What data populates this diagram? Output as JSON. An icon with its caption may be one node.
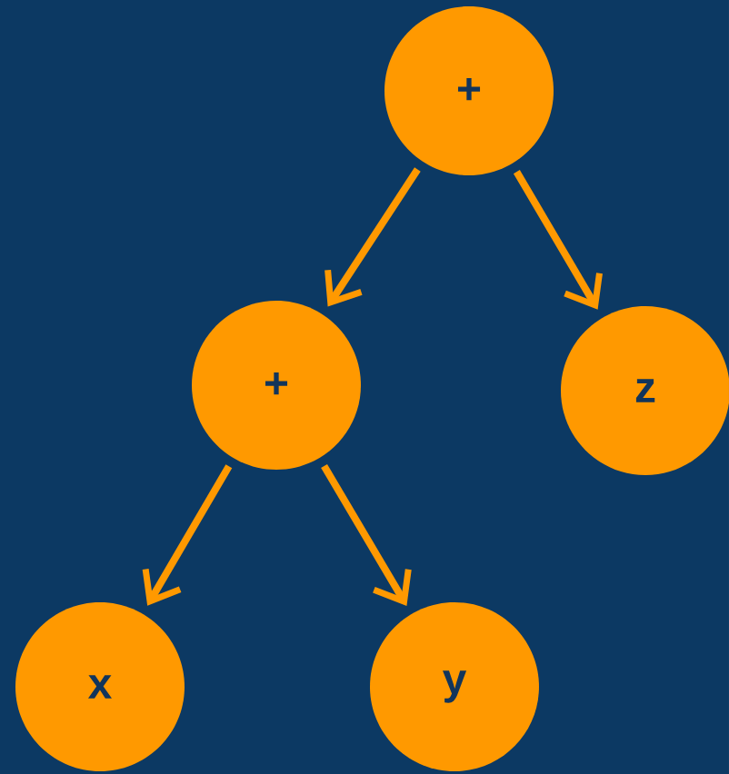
{
  "diagram": {
    "nodes": [
      {
        "text": [
          "+"
        ]
      },
      {
        "text": [
          "+"
        ]
      },
      {
        "text": [
          "z"
        ]
      },
      {
        "text": [
          "x"
        ]
      },
      {
        "text": [
          "y"
        ]
      }
    ],
    "edges": [
      {
        "from": 0,
        "to": 1,
        "arrow": "to"
      },
      {
        "from": 0,
        "to": 2,
        "arrow": "to"
      },
      {
        "from": 1,
        "to": 3,
        "arrow": "to"
      },
      {
        "from": 1,
        "to": 4,
        "arrow": "to"
      }
    ]
  }
}
